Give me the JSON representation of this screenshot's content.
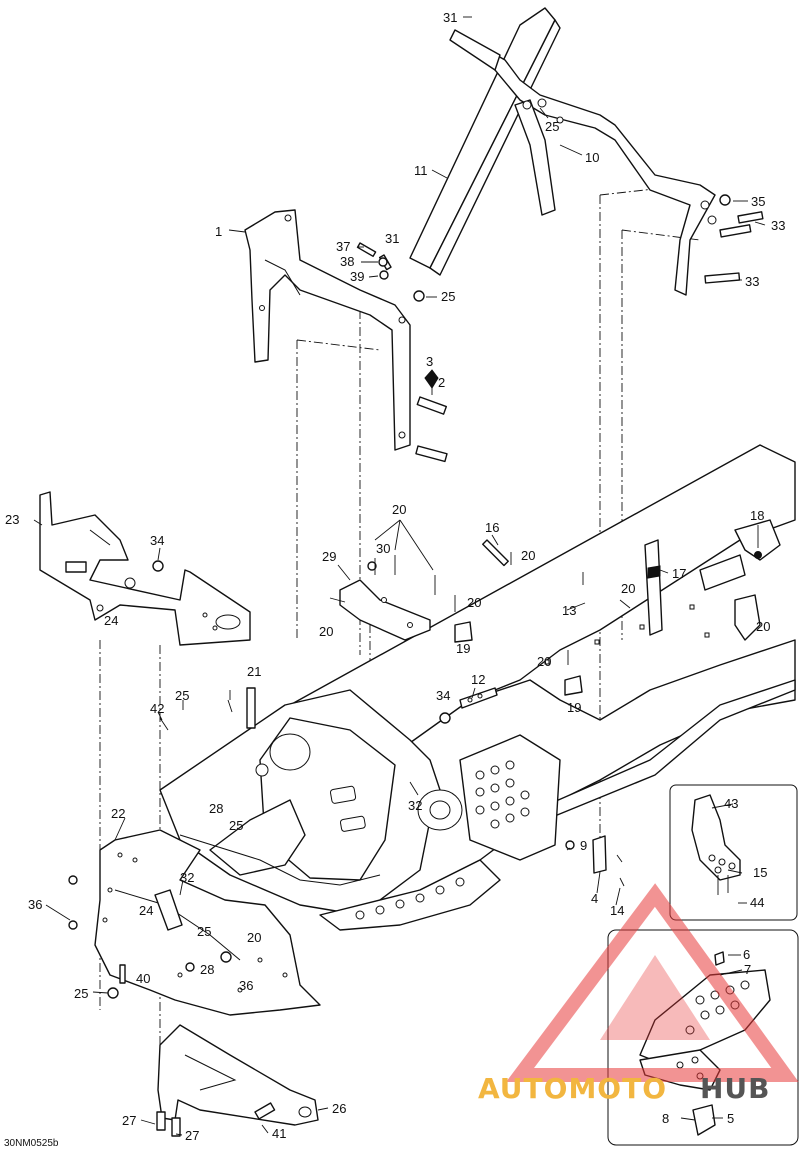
{
  "diagram": {
    "drawing_code": "30NM0525b",
    "callouts": [
      {
        "id": "c31a",
        "text": "31"
      },
      {
        "id": "c25a",
        "text": "25"
      },
      {
        "id": "c10",
        "text": "10"
      },
      {
        "id": "c11",
        "text": "11"
      },
      {
        "id": "c35",
        "text": "35"
      },
      {
        "id": "c33a",
        "text": "33"
      },
      {
        "id": "c33b",
        "text": "33"
      },
      {
        "id": "c1",
        "text": "1"
      },
      {
        "id": "c37",
        "text": "37"
      },
      {
        "id": "c31b",
        "text": "31"
      },
      {
        "id": "c38",
        "text": "38"
      },
      {
        "id": "c39",
        "text": "39"
      },
      {
        "id": "c25b",
        "text": "25"
      },
      {
        "id": "c3",
        "text": "3"
      },
      {
        "id": "c2",
        "text": "2"
      },
      {
        "id": "c23",
        "text": "23"
      },
      {
        "id": "c34a",
        "text": "34"
      },
      {
        "id": "c24a",
        "text": "24"
      },
      {
        "id": "c20a",
        "text": "20"
      },
      {
        "id": "c30",
        "text": "30"
      },
      {
        "id": "c16",
        "text": "16"
      },
      {
        "id": "c20b",
        "text": "20"
      },
      {
        "id": "c18",
        "text": "18"
      },
      {
        "id": "c29",
        "text": "29"
      },
      {
        "id": "c13",
        "text": "13"
      },
      {
        "id": "c17",
        "text": "17"
      },
      {
        "id": "c20c",
        "text": "20"
      },
      {
        "id": "c20d",
        "text": "20"
      },
      {
        "id": "c20e",
        "text": "20"
      },
      {
        "id": "c19a",
        "text": "19"
      },
      {
        "id": "c20f",
        "text": "20"
      },
      {
        "id": "c21",
        "text": "21"
      },
      {
        "id": "c20g",
        "text": "20"
      },
      {
        "id": "c12",
        "text": "12"
      },
      {
        "id": "c19b",
        "text": "19"
      },
      {
        "id": "c42",
        "text": "42"
      },
      {
        "id": "c25c",
        "text": "25"
      },
      {
        "id": "c34b",
        "text": "34"
      },
      {
        "id": "c32a",
        "text": "32"
      },
      {
        "id": "c43",
        "text": "43"
      },
      {
        "id": "c22",
        "text": "22"
      },
      {
        "id": "c28a",
        "text": "28"
      },
      {
        "id": "c25d",
        "text": "25"
      },
      {
        "id": "c9",
        "text": "9"
      },
      {
        "id": "c15",
        "text": "15"
      },
      {
        "id": "c36a",
        "text": "36"
      },
      {
        "id": "c32b",
        "text": "32"
      },
      {
        "id": "c4",
        "text": "4"
      },
      {
        "id": "c14",
        "text": "14"
      },
      {
        "id": "c44",
        "text": "44"
      },
      {
        "id": "c24b",
        "text": "24"
      },
      {
        "id": "c25e",
        "text": "25"
      },
      {
        "id": "c20h",
        "text": "20"
      },
      {
        "id": "c6",
        "text": "6"
      },
      {
        "id": "c7",
        "text": "7"
      },
      {
        "id": "c28b",
        "text": "28"
      },
      {
        "id": "c40",
        "text": "40"
      },
      {
        "id": "c36b",
        "text": "36"
      },
      {
        "id": "c25f",
        "text": "25"
      },
      {
        "id": "c26",
        "text": "26"
      },
      {
        "id": "c27a",
        "text": "27"
      },
      {
        "id": "c27b",
        "text": "27"
      },
      {
        "id": "c41",
        "text": "41"
      },
      {
        "id": "c8",
        "text": "8"
      },
      {
        "id": "c5",
        "text": "5"
      }
    ]
  },
  "watermark": {
    "brand_left": "AUTOMOTO",
    "brand_right": "HUB",
    "triangle_color": "#e83a3a",
    "text_color": "#f2b640"
  }
}
